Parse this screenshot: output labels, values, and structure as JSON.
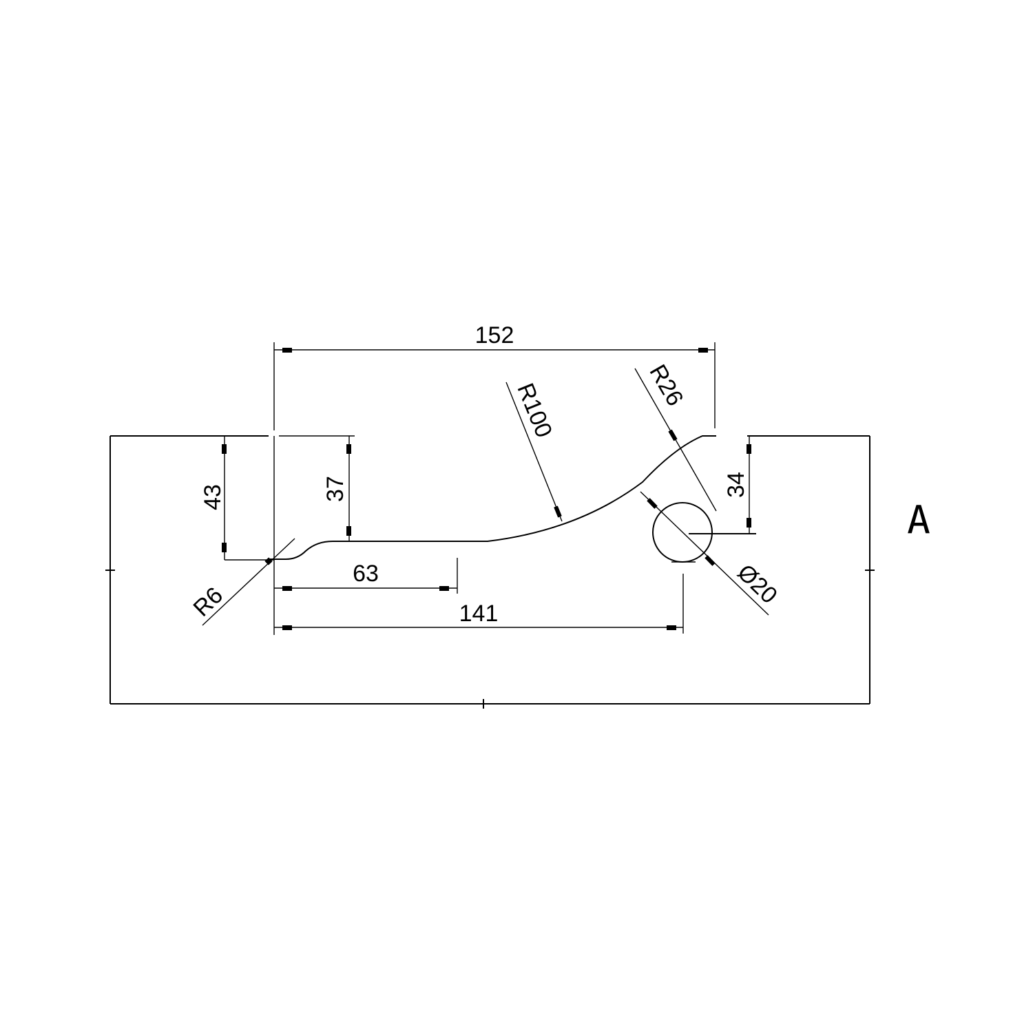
{
  "drawing": {
    "view_label": "A",
    "dimensions": {
      "overall_width": "152",
      "left_height": "43",
      "step_height": "37",
      "right_height": "34",
      "flat_length": "63",
      "hole_offset": "141",
      "fillet_small": "R6",
      "arc_large": "R100",
      "fillet_top": "R26",
      "hole_diameter": "Ø20"
    }
  }
}
